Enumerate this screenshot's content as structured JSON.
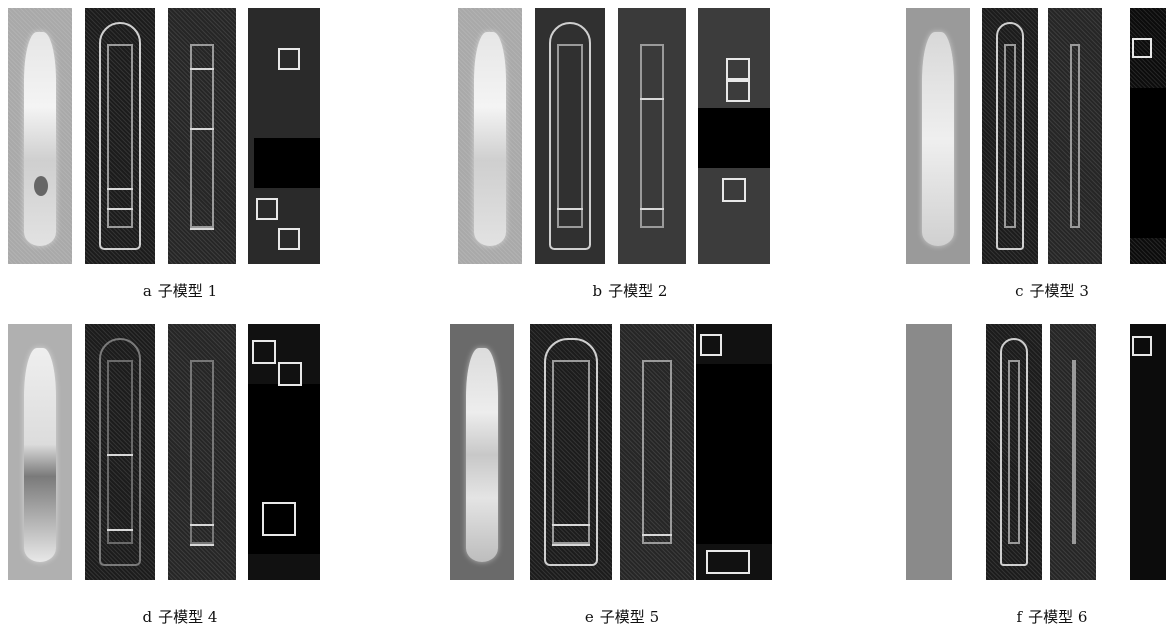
{
  "figures": [
    {
      "letter": "a",
      "label": "子模型",
      "num": "1"
    },
    {
      "letter": "b",
      "label": "子模型",
      "num": "2"
    },
    {
      "letter": "c",
      "label": "子模型",
      "num": "3"
    },
    {
      "letter": "d",
      "label": "子模型",
      "num": "4"
    },
    {
      "letter": "e",
      "label": "子模型",
      "num": "5"
    },
    {
      "letter": "f",
      "label": "子模型",
      "num": "6"
    }
  ]
}
